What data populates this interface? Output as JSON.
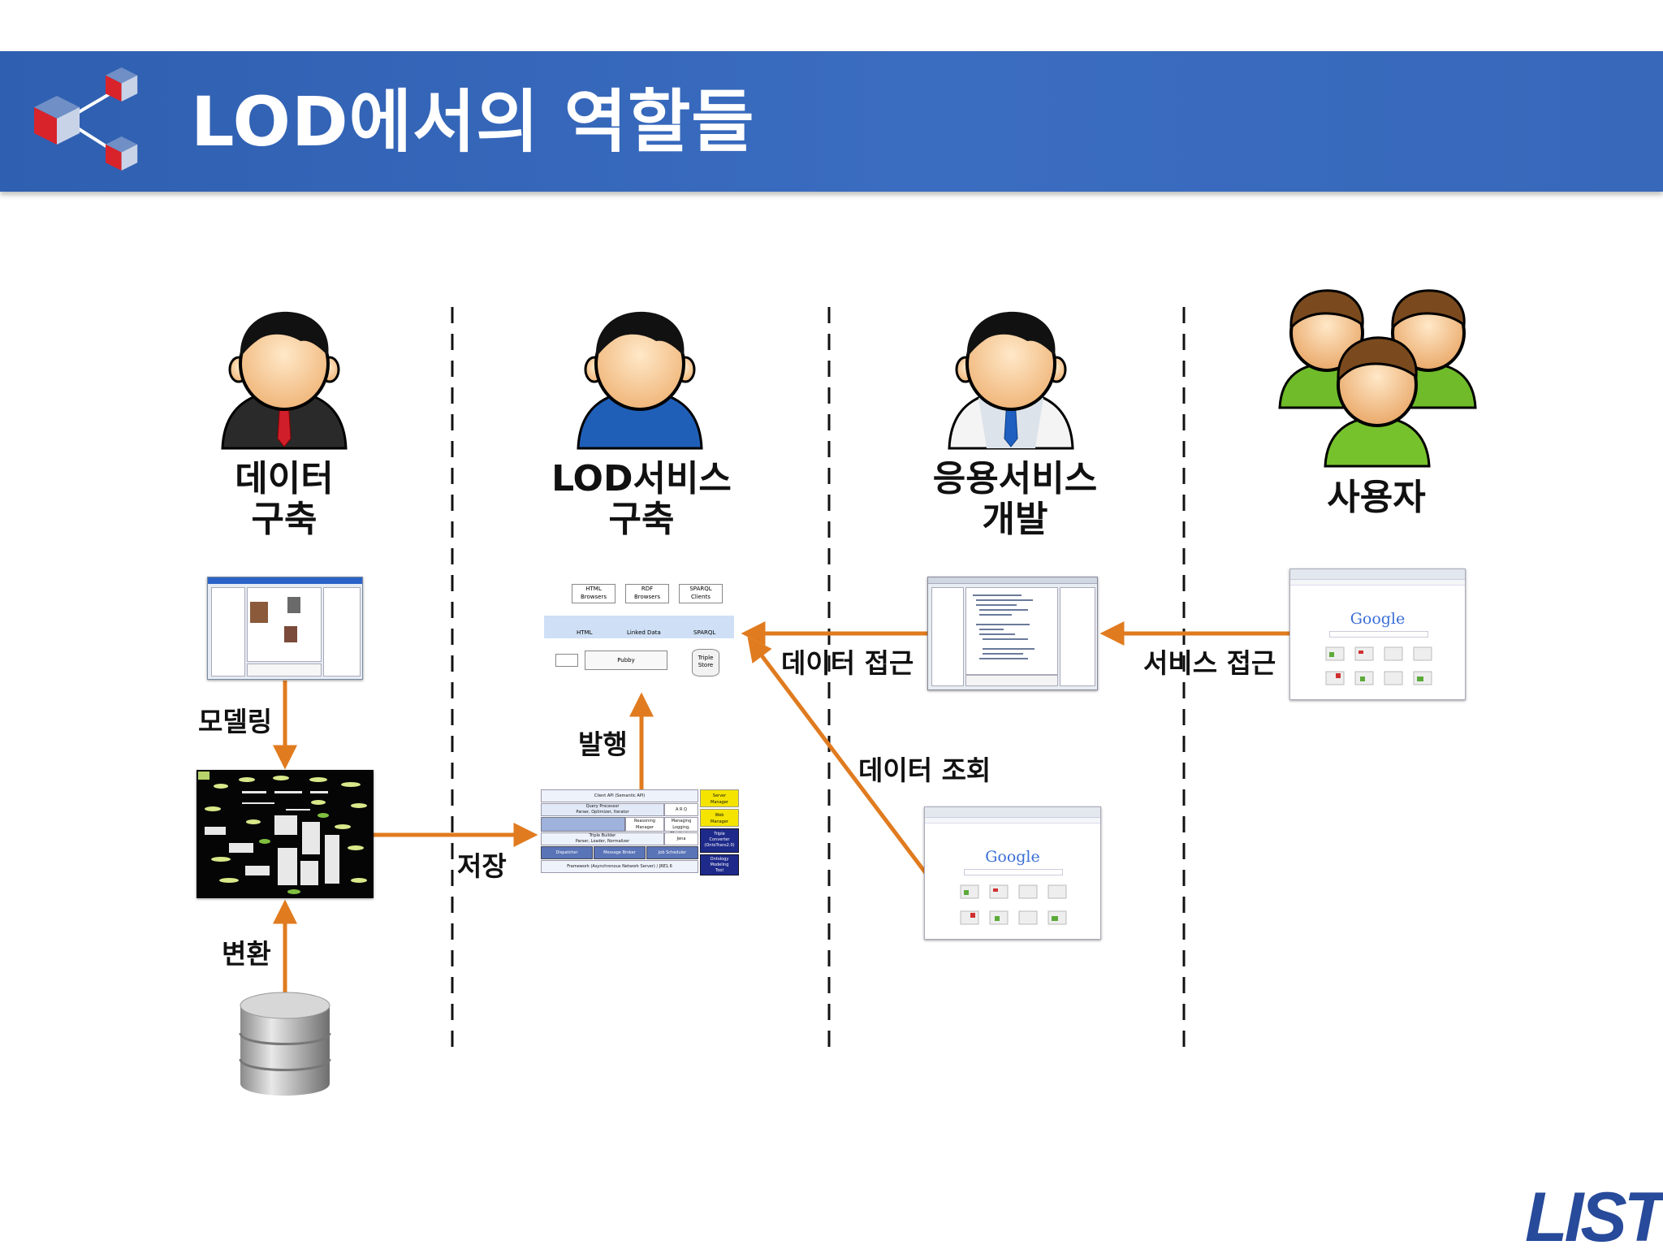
{
  "header": {
    "title": "LOD에서의 역할들"
  },
  "roles": [
    {
      "line1": "데이터",
      "line2": "구축"
    },
    {
      "line1": "LOD서비스",
      "line2": "구축"
    },
    {
      "line1": "응용서비스",
      "line2": "개발"
    },
    {
      "line1": "사용자",
      "line2": ""
    }
  ],
  "edges": {
    "modeling": "모델링",
    "transform": "변환",
    "store": "저장",
    "publish": "발행",
    "data_access": "데이터 접근",
    "service_access": "서비스 접근",
    "data_query": "데이터 조회"
  },
  "lod_diagram": {
    "html_browsers": [
      "HTML",
      "Browsers"
    ],
    "rdf_browsers": [
      "RDF",
      "Browsers"
    ],
    "sparql_clients": [
      "SPARQL",
      "Clients"
    ],
    "html": "HTML",
    "linked_data": "Linked Data",
    "sparql": "SPARQL",
    "pubby": "Pubby",
    "triple_store": [
      "Triple",
      "Store"
    ]
  },
  "arch_diagram": {
    "client_api": "Client API (Semantic API)",
    "query_processor": "Query Processor",
    "query_sub": "Parser, Optimizer, Iterator",
    "arq": "A R Q",
    "reasoning": [
      "Reasoning",
      "Manager"
    ],
    "managing": "Managing",
    "managing_sub": "Logging, Monitoring",
    "triple_builder": "Triple Builder",
    "triple_sub": "Parser, Loader, Normalizer",
    "jena": "Jena",
    "dispatcher": "Dispatcher",
    "message_broker": "Message Broker",
    "job_scheduler": "Job Scheduler",
    "framework": "Framework (Asynchronous Network Server) / JRE1.6",
    "server_manager": [
      "Server",
      "Manager"
    ],
    "web_manager": [
      "Web",
      "Manager"
    ],
    "triple_converter": [
      "Triple",
      "Converter",
      "(OntoTrans2.0)"
    ],
    "ontology_tool": [
      "Ontology",
      "Modeling",
      "Tool"
    ]
  },
  "google": {
    "logo": "Google"
  },
  "brand": {
    "logo": "LIST"
  },
  "colors": {
    "header": "#3366b5",
    "arrow": "#e07b1f",
    "accent_yellow": "#f5e400",
    "accent_navy": "#1e2a8a"
  }
}
